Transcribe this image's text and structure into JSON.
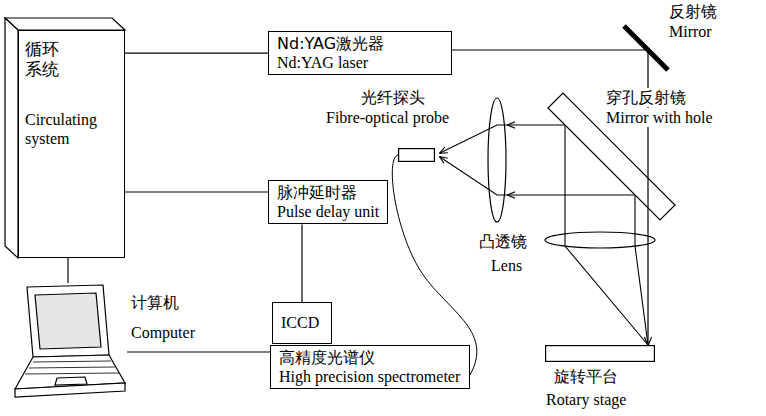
{
  "diagram": {
    "nodes": [
      {
        "text": [
          "循环 系统",
          "Circulating system"
        ]
      },
      {
        "text": [
          "Nd:YAG激光器",
          "Nd:YAG laser"
        ]
      },
      {
        "text": [
          "脉冲延时器",
          "Pulse delay unit"
        ]
      },
      {
        "text": [
          "ICCD"
        ]
      },
      {
        "text": [
          "高精度光谱仪",
          "High precision spectrometer"
        ]
      },
      {
        "text": [
          "计算机",
          "Computer"
        ]
      },
      {
        "text": [
          "反射镜",
          "Mirror"
        ]
      },
      {
        "text": [
          "穿孔反射镜",
          "Mirror with hole"
        ]
      },
      {
        "text": [
          "光纤探头",
          "Fibre-optical probe"
        ]
      },
      {
        "text": [
          "凸透镜",
          "Lens"
        ]
      },
      {
        "text": [
          "旋转平台",
          "Rotary stage"
        ]
      }
    ],
    "edges": [
      {
        "from": 0,
        "to": 1,
        "arrow": "none"
      },
      {
        "from": 0,
        "to": 2,
        "arrow": "none"
      },
      {
        "from": 0,
        "to": 5,
        "arrow": "none"
      },
      {
        "from": 2,
        "to": 3,
        "arrow": "none"
      },
      {
        "from": 5,
        "to": 4,
        "arrow": "none"
      },
      {
        "from": 1,
        "to": 6,
        "arrow": "none"
      },
      {
        "from": 6,
        "to": 10,
        "arrow": "to"
      },
      {
        "from": 8,
        "to": 4,
        "arrow": "none"
      }
    ]
  }
}
